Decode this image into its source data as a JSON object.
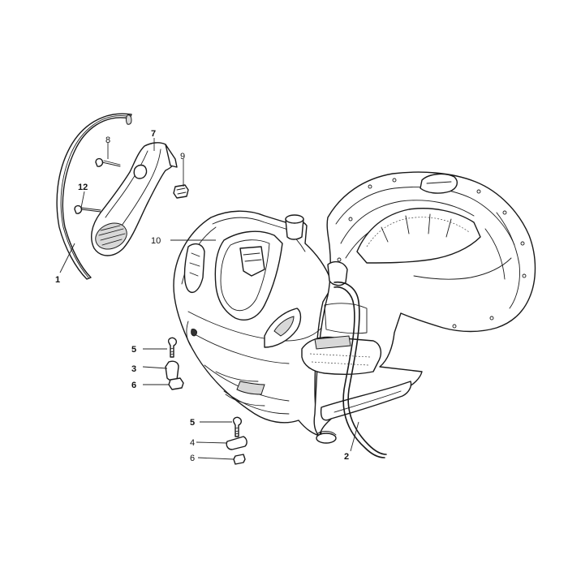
{
  "callouts": [
    {
      "id": "c1",
      "number": "1"
    },
    {
      "id": "c2",
      "number": "2"
    },
    {
      "id": "c3",
      "number": "3"
    },
    {
      "id": "c4",
      "number": "4"
    },
    {
      "id": "c5a",
      "number": "5"
    },
    {
      "id": "c5b",
      "number": "5"
    },
    {
      "id": "c6a",
      "number": "6"
    },
    {
      "id": "c6b",
      "number": "6"
    },
    {
      "id": "c7",
      "number": "7"
    },
    {
      "id": "c8",
      "number": "8"
    },
    {
      "id": "c9",
      "number": "9"
    },
    {
      "id": "c10",
      "number": "10"
    },
    {
      "id": "c12",
      "number": "12"
    }
  ]
}
